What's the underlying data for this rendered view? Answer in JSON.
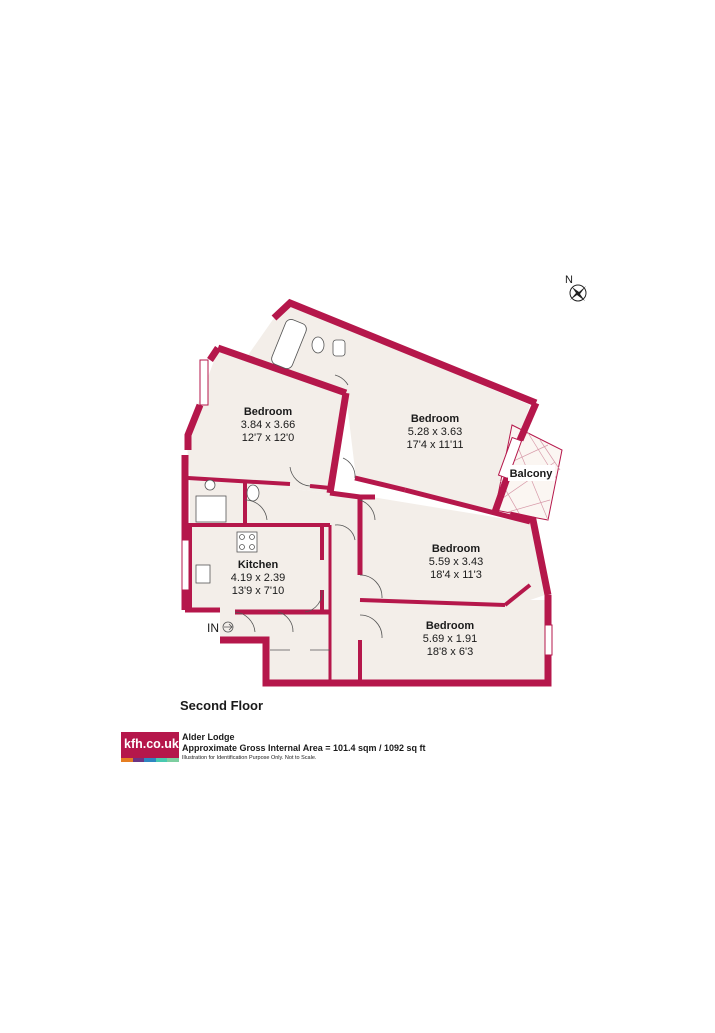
{
  "compass": {
    "label": "N",
    "icon": "compass-icon"
  },
  "rooms": [
    {
      "id": "bedroom-1",
      "title": "Bedroom",
      "metric": "3.84 x 3.66",
      "imperial": "12'7 x 12'0"
    },
    {
      "id": "bedroom-2",
      "title": "Bedroom",
      "metric": "5.28 x 3.63",
      "imperial": "17'4 x 11'11"
    },
    {
      "id": "balcony",
      "title": "Balcony"
    },
    {
      "id": "kitchen",
      "title": "Kitchen",
      "metric": "4.19 x 2.39",
      "imperial": "13'9 x 7'10"
    },
    {
      "id": "bedroom-3",
      "title": "Bedroom",
      "metric": "5.59 x 3.43",
      "imperial": "18'4 x 11'3"
    },
    {
      "id": "bedroom-4",
      "title": "Bedroom",
      "metric": "5.69 x 1.91",
      "imperial": "18'8 x 6'3"
    }
  ],
  "entrance": {
    "label": "IN"
  },
  "floor_title": "Second Floor",
  "footer": {
    "logo_text": "kfh.co.uk",
    "property_name": "Alder Lodge",
    "gross_area": "Approximate Gross Internal Area = 101.4 sqm / 1092 sq ft",
    "disclaimer": "Illustration for Identification Purpose Only. Not to Scale."
  },
  "colors": {
    "wall": "#b5174b",
    "floor": "#f3eee9",
    "logo_stripes": [
      "#e67e22",
      "#6c3483",
      "#2e86c1",
      "#48c9b0",
      "#7dcea0"
    ]
  }
}
